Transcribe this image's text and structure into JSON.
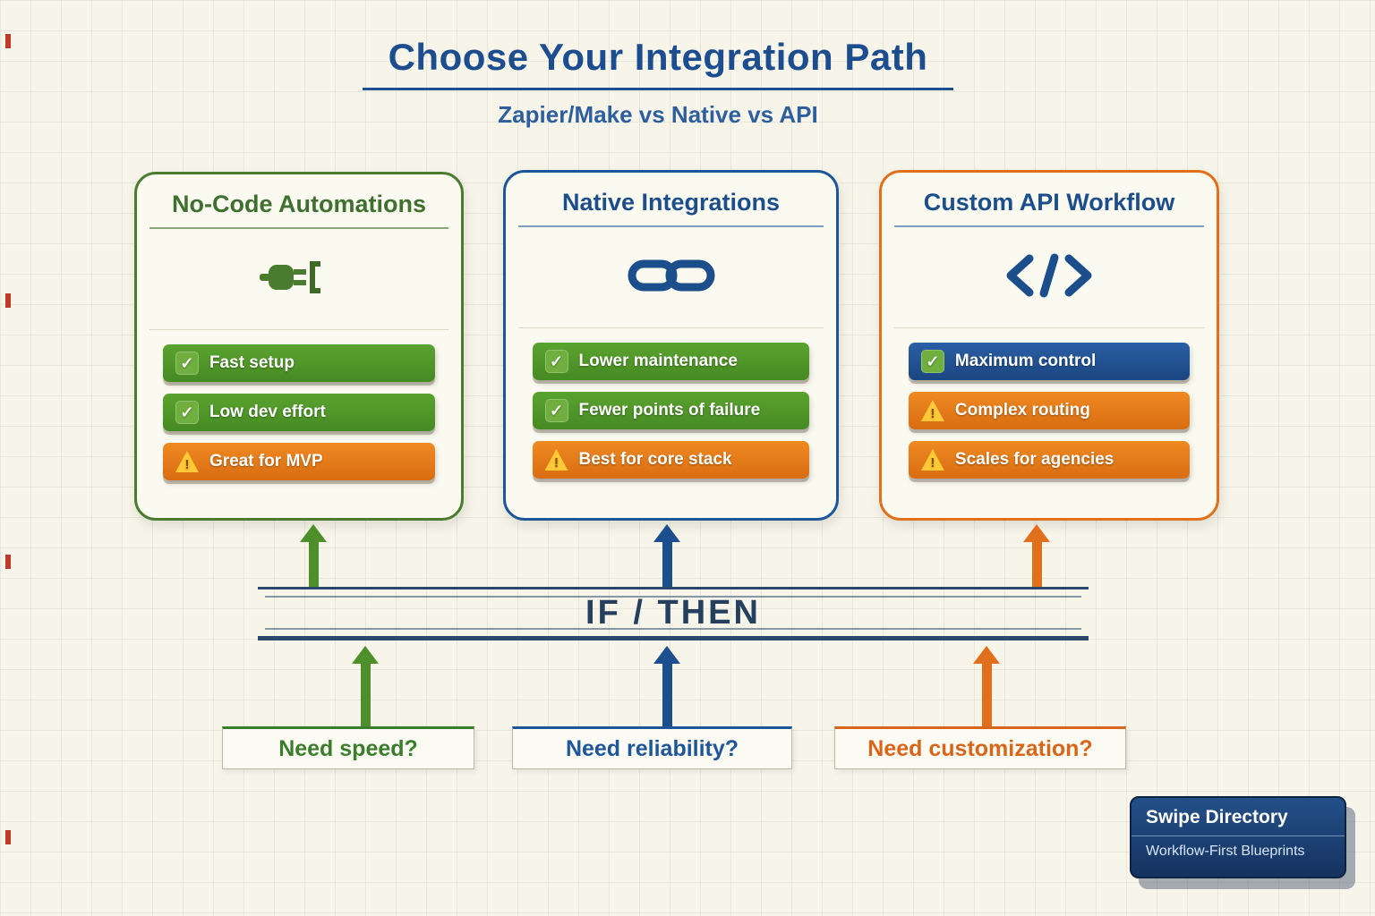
{
  "header": {
    "title": "Choose Your Integration Path",
    "subtitle": "Zapier/Make vs Native vs API"
  },
  "cards": [
    {
      "title": "No-Code Automations",
      "icon": "plug-icon",
      "accent_color": "#4a7c2f",
      "badges": [
        {
          "label": "Fast setup",
          "icon": "check-icon",
          "color": "#4e8f2b"
        },
        {
          "label": "Low dev effort",
          "icon": "check-icon",
          "color": "#4e8f2b"
        },
        {
          "label": "Great for MVP",
          "icon": "warning-icon",
          "color": "#e2761b"
        }
      ]
    },
    {
      "title": "Native Integrations",
      "icon": "chain-link-icon",
      "accent_color": "#1e5799",
      "badges": [
        {
          "label": "Lower maintenance",
          "icon": "check-icon",
          "color": "#4e8f2b"
        },
        {
          "label": "Fewer points of failure",
          "icon": "check-icon",
          "color": "#4e8f2b"
        },
        {
          "label": "Best for core stack",
          "icon": "warning-icon",
          "color": "#e2761b"
        }
      ]
    },
    {
      "title": "Custom API Workflow",
      "icon": "code-icon",
      "accent_color": "#e0701c",
      "badges": [
        {
          "label": "Maximum control",
          "icon": "check-icon",
          "color": "#1d4f8f"
        },
        {
          "label": "Complex routing",
          "icon": "warning-icon",
          "color": "#e2761b"
        },
        {
          "label": "Scales for agencies",
          "icon": "warning-icon",
          "color": "#e2761b"
        }
      ]
    }
  ],
  "decision_band": {
    "label": "IF / THEN"
  },
  "questions": [
    {
      "label": "Need speed?",
      "color": "#3a7d2c"
    },
    {
      "label": "Need reliability?",
      "color": "#1e5799"
    },
    {
      "label": "Need customization?",
      "color": "#d9651a"
    }
  ],
  "footer_badge": {
    "title": "Swipe Directory",
    "subtitle": "Workflow-First Blueprints"
  }
}
